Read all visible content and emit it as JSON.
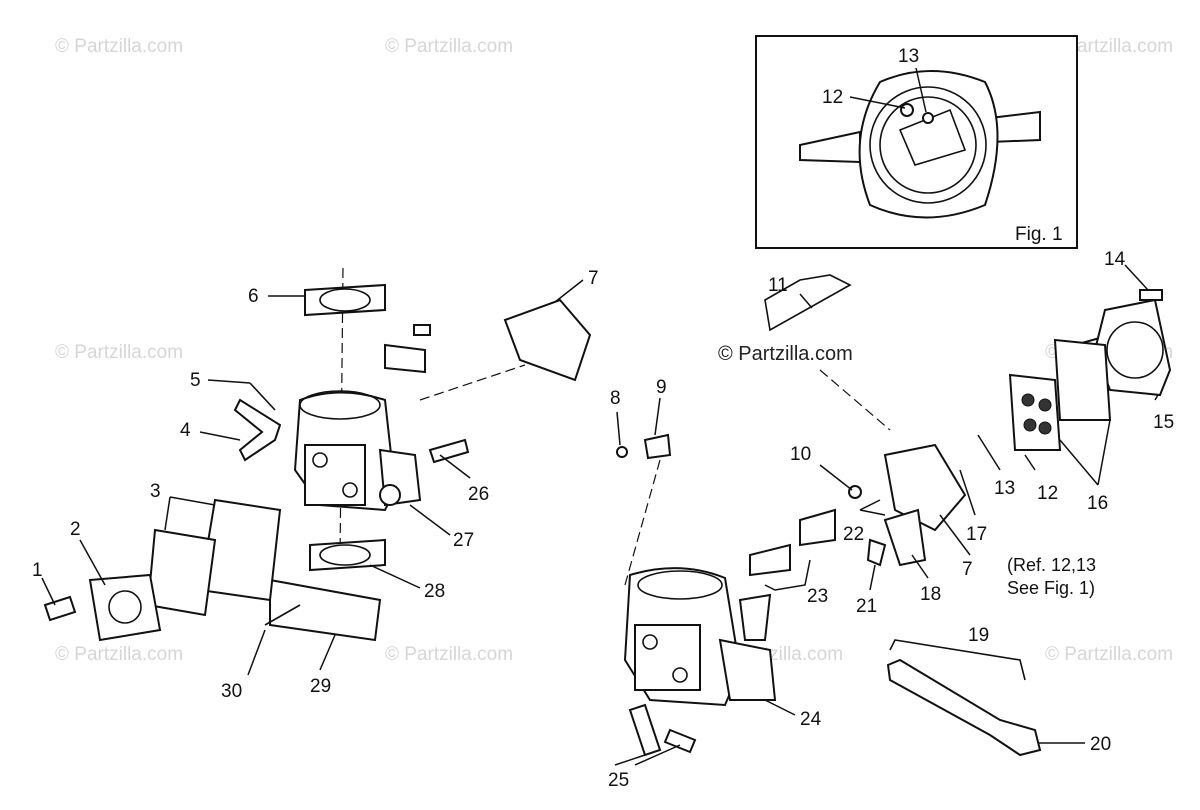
{
  "watermark": "© Partzilla.com",
  "inset": {
    "label": "Fig. 1",
    "callouts": [
      "13",
      "12"
    ]
  },
  "callouts": [
    "1",
    "2",
    "3",
    "4",
    "5",
    "6",
    "7",
    "8",
    "9",
    "10",
    "11",
    "12",
    "13",
    "14",
    "15",
    "16",
    "17",
    "18",
    "19",
    "20",
    "21",
    "22",
    "23",
    "24",
    "25",
    "26",
    "27",
    "28",
    "29",
    "30",
    "7"
  ],
  "note": {
    "line1": "(Ref. 12,13",
    "line2": "See Fig. 1)"
  }
}
